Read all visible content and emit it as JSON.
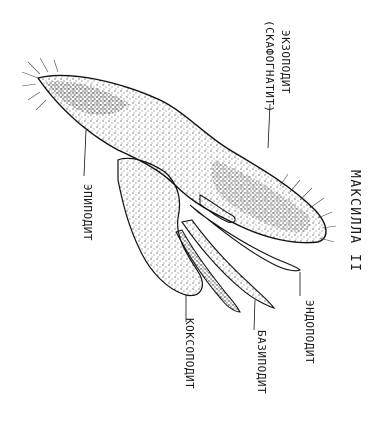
{
  "figure": {
    "title": "МАКСИЛЛА II",
    "labels": {
      "exopodite": "ЭКЗОПОДИТ",
      "scaphognathite": "(СКАФОГНАТИТ)",
      "epipodite": "ЭПИПОДИТ",
      "endopodite": "ЭНДОПОДИТ",
      "basipodite": "БАЗИПОДИТ",
      "coxopodite": "КОКСОПОДИТ"
    }
  }
}
